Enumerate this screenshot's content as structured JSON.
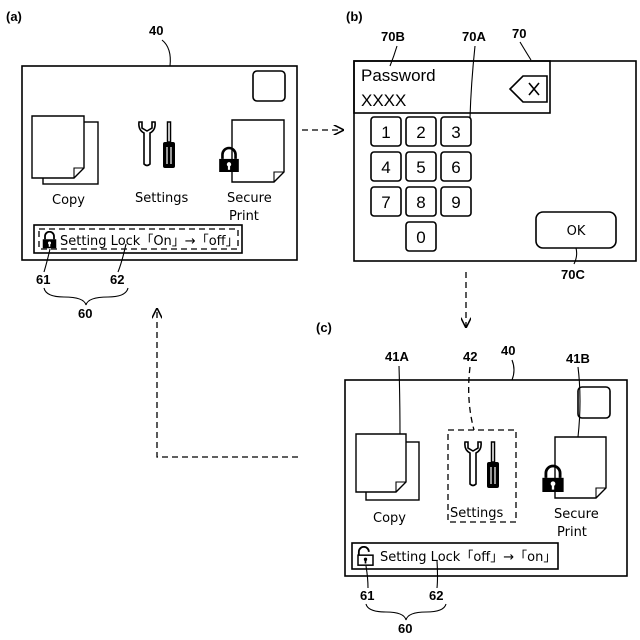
{
  "panel_a": {
    "tag": "(a)",
    "ref": "40",
    "icons": {
      "copy": "Copy",
      "settings": "Settings",
      "secure_1": "Secure",
      "secure_2": "Print"
    },
    "lock_bar": "Setting Lock「On」→「off」",
    "refs": {
      "lock_icon": "61",
      "lock_text": "62",
      "lock_group": "60"
    }
  },
  "panel_b": {
    "tag": "(b)",
    "refs": {
      "display": "70B",
      "keypad": "70A",
      "panel": "70",
      "ok": "70C"
    },
    "password_label": "Password",
    "password_value": "XXXX",
    "keys": [
      "1",
      "2",
      "3",
      "4",
      "5",
      "6",
      "7",
      "8",
      "9",
      "0"
    ],
    "ok_label": "OK"
  },
  "panel_c": {
    "tag": "(c)",
    "ref": "40",
    "refs": {
      "copy_icon": "41A",
      "settings_icon": "42",
      "secure_icon": "41B",
      "lock_icon": "61",
      "lock_text": "62",
      "lock_group": "60"
    },
    "icons": {
      "copy": "Copy",
      "settings": "Settings",
      "secure_1": "Secure",
      "secure_2": "Print"
    },
    "lock_bar": "Setting Lock「off」→「on」"
  }
}
